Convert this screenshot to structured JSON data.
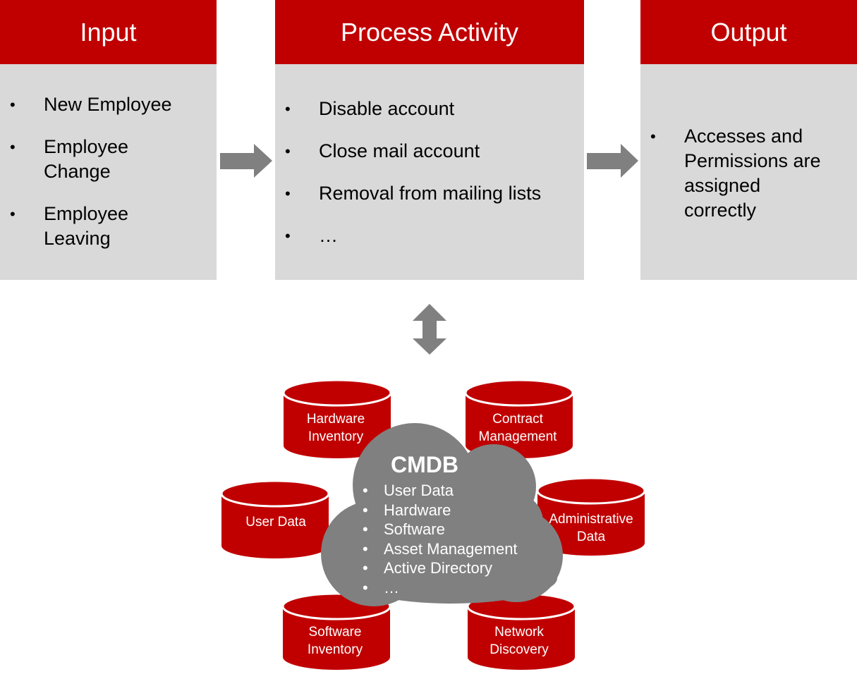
{
  "colors": {
    "header_red": "#c00000",
    "box_gray": "#d9d9d9",
    "arrow_gray": "#808080",
    "cloud_gray": "#808080"
  },
  "input": {
    "title": "Input",
    "items": [
      {
        "line1": "New Employee",
        "line2": ""
      },
      {
        "line1": "Employee",
        "line2": "Change"
      },
      {
        "line1": "Employee",
        "line2": "Leaving"
      }
    ]
  },
  "process": {
    "title": "Process Activity",
    "items": [
      "Disable account",
      "Close mail account",
      "Removal from mailing lists",
      "…"
    ]
  },
  "output": {
    "title": "Output",
    "items": [
      {
        "lines": [
          "Accesses and",
          "Permissions are",
          "assigned",
          "correctly"
        ]
      }
    ]
  },
  "bullet": "•",
  "cmdb": {
    "title": "CMDB",
    "items": [
      "User Data",
      "Hardware",
      "Software",
      "Asset Management",
      "Active Directory",
      "…"
    ]
  },
  "databases": {
    "hardware_inventory": [
      "Hardware",
      "Inventory"
    ],
    "contract_management": [
      "Contract",
      "Management"
    ],
    "user_data": [
      "User Data"
    ],
    "administrative_data": [
      "Administrative",
      "Data"
    ],
    "software_inventory": [
      "Software",
      "Inventory"
    ],
    "network_discovery": [
      "Network",
      "Discovery"
    ]
  }
}
